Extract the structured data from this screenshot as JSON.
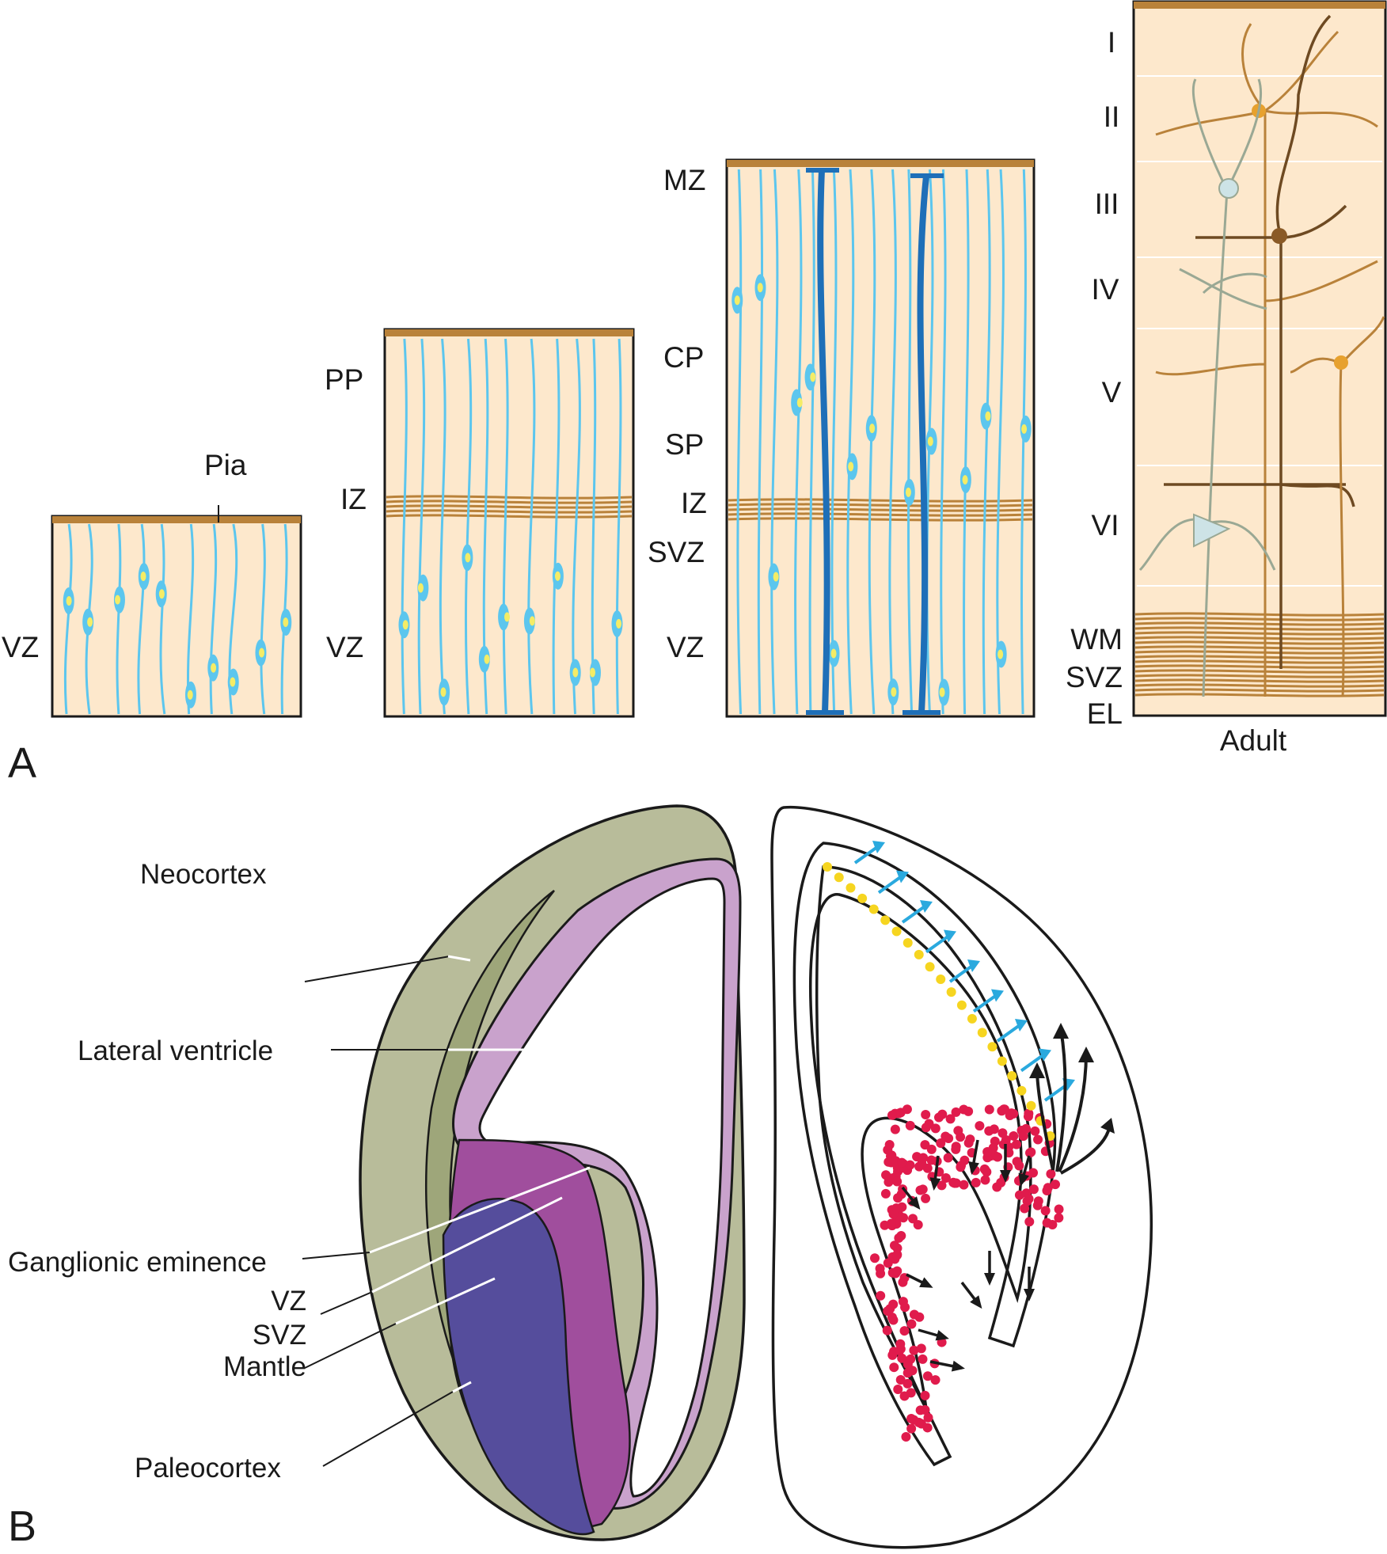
{
  "panel_a": {
    "letter": "A",
    "stage1": {
      "pia": "Pia",
      "vz": "VZ"
    },
    "stage2": {
      "pp": "PP",
      "iz": "IZ",
      "vz": "VZ"
    },
    "stage3": {
      "mz": "MZ",
      "cp": "CP",
      "sp": "SP",
      "iz": "IZ",
      "svz": "SVZ",
      "vz": "VZ"
    },
    "adult": {
      "caption": "Adult",
      "layers": [
        "I",
        "II",
        "III",
        "IV",
        "V",
        "VI"
      ],
      "wm": "WM",
      "svz": "SVZ",
      "el": "EL"
    }
  },
  "panel_b": {
    "letter": "B",
    "labels": {
      "neocortex": "Neocortex",
      "lateral_ventricle": "Lateral ventricle",
      "ganglionic_eminence": "Ganglionic eminence",
      "vz": "VZ",
      "svz": "SVZ",
      "mantle": "Mantle",
      "paleocortex": "Paleocortex"
    }
  },
  "colors": {
    "tissue_background": "#fde8cc",
    "pia": "#b9823a",
    "radial_glia": "#5cc6ee",
    "nuclei": "#f4ec66",
    "neurons_brown": "#b9823a",
    "neurons_dark": "#6e4a22",
    "glia_gray": "#9aa894",
    "radial_fiber_blue": "#1e6fb8",
    "cortex_olive": "#b8bc9a",
    "paleocortex_olive_dark": "#9ea67a",
    "ventricle_lining_lilac": "#c9a2cc",
    "svz_magenta": "#a04e9d",
    "mantle_violet": "#554d9c",
    "interneuron_red": "#e01b4c",
    "migrating_cell_yellow": "#f6d520",
    "arrow_cyan": "#2aa9de"
  }
}
